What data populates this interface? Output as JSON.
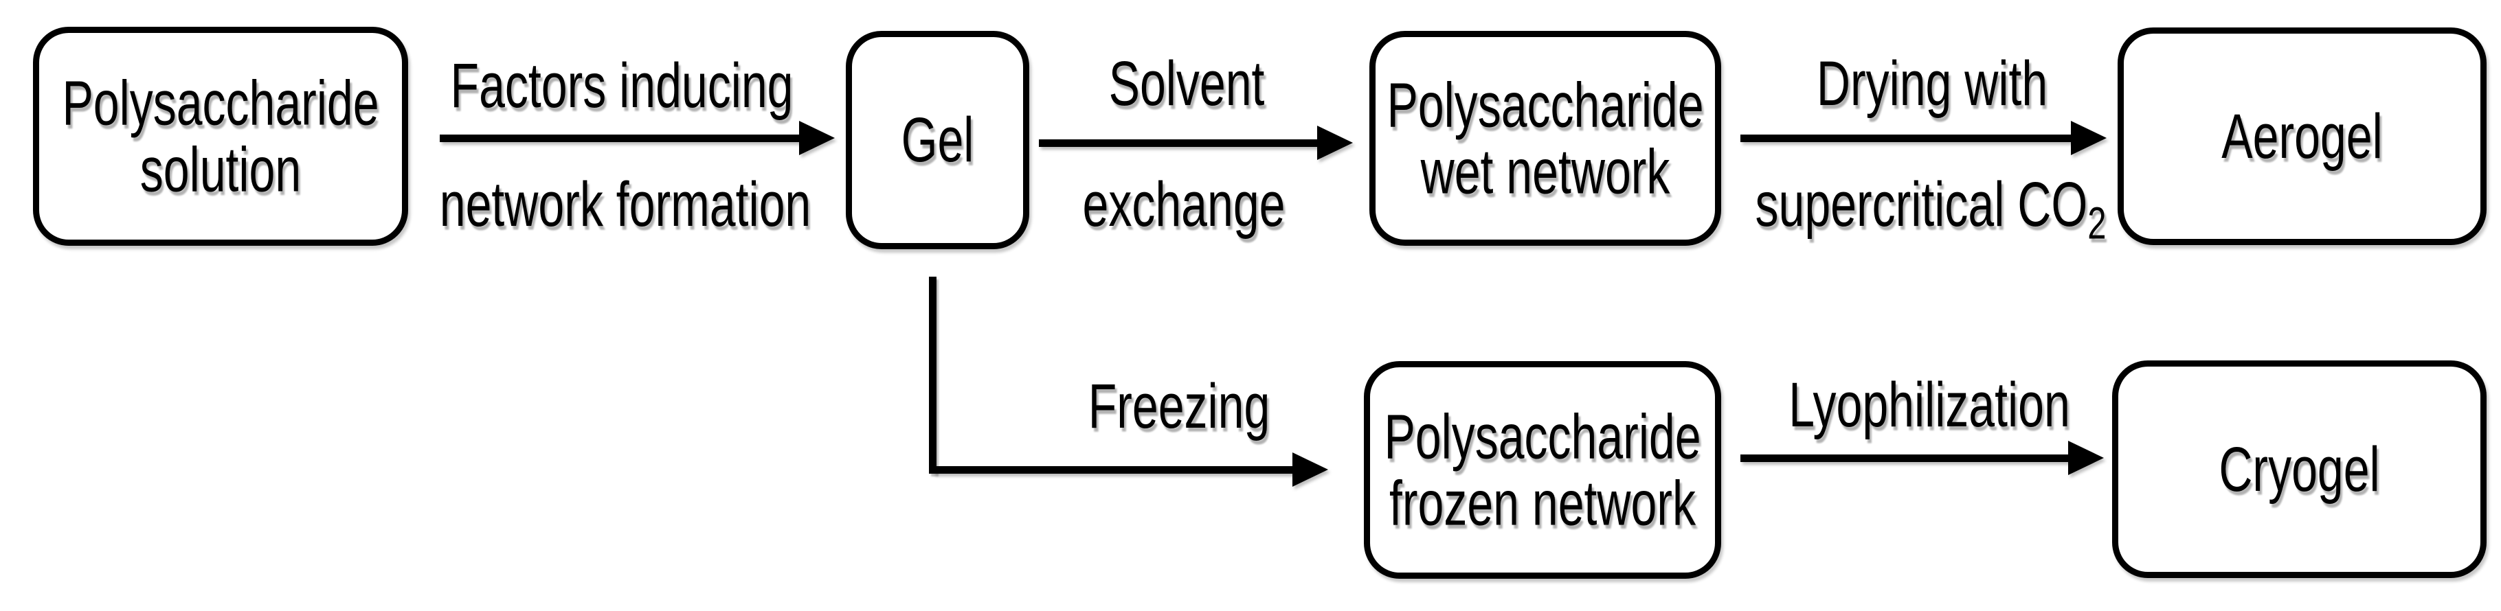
{
  "diagram": {
    "type": "flowchart",
    "background_color": "#ffffff",
    "line_color": "#000000",
    "nodes": [
      {
        "id": "polysaccharide-solution",
        "line1": "Polysaccharide",
        "line2": "solution"
      },
      {
        "id": "gel",
        "label": "Gel"
      },
      {
        "id": "polysaccharide-wet-network",
        "line1": "Polysaccharide",
        "line2": "wet network"
      },
      {
        "id": "aerogel",
        "label": "Aerogel"
      },
      {
        "id": "polysaccharide-frozen-network",
        "line1": "Polysaccharide",
        "line2": "frozen network"
      },
      {
        "id": "cryogel",
        "label": "Cryogel"
      }
    ],
    "edges": [
      {
        "from": "polysaccharide-solution",
        "to": "gel",
        "label_line1": "Factors inducing",
        "label_line2": "network formation"
      },
      {
        "from": "gel",
        "to": "polysaccharide-wet-network",
        "label_line1": "Solvent",
        "label_line2": "exchange"
      },
      {
        "from": "polysaccharide-wet-network",
        "to": "aerogel",
        "label_line1": "Drying with",
        "label_line2": "supercritical CO",
        "label_line2_sub": "2"
      },
      {
        "from": "gel",
        "to": "polysaccharide-frozen-network",
        "label": "Freezing"
      },
      {
        "from": "polysaccharide-frozen-network",
        "to": "cryogel",
        "label": "Lyophilization"
      }
    ]
  }
}
